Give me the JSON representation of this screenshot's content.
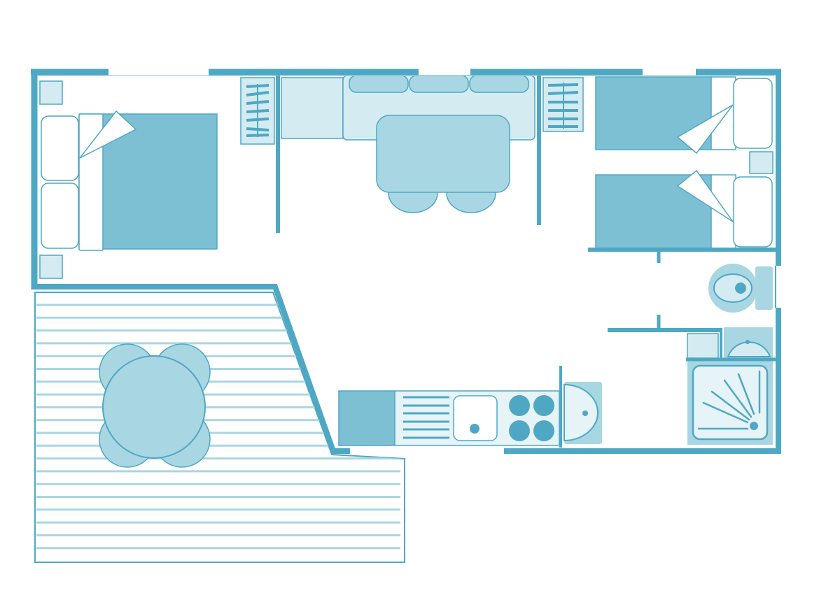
{
  "plan": {
    "colors": {
      "wall": "#4ea8c4",
      "bed": "#7dc0d4",
      "furniture": "#a9d6e3",
      "furniture_light": "#d4ebf2",
      "background": "#ffffff"
    },
    "rooms": [
      "master-bedroom",
      "living-dining",
      "twin-bedroom",
      "wc",
      "bathroom",
      "kitchen",
      "terrace"
    ]
  }
}
